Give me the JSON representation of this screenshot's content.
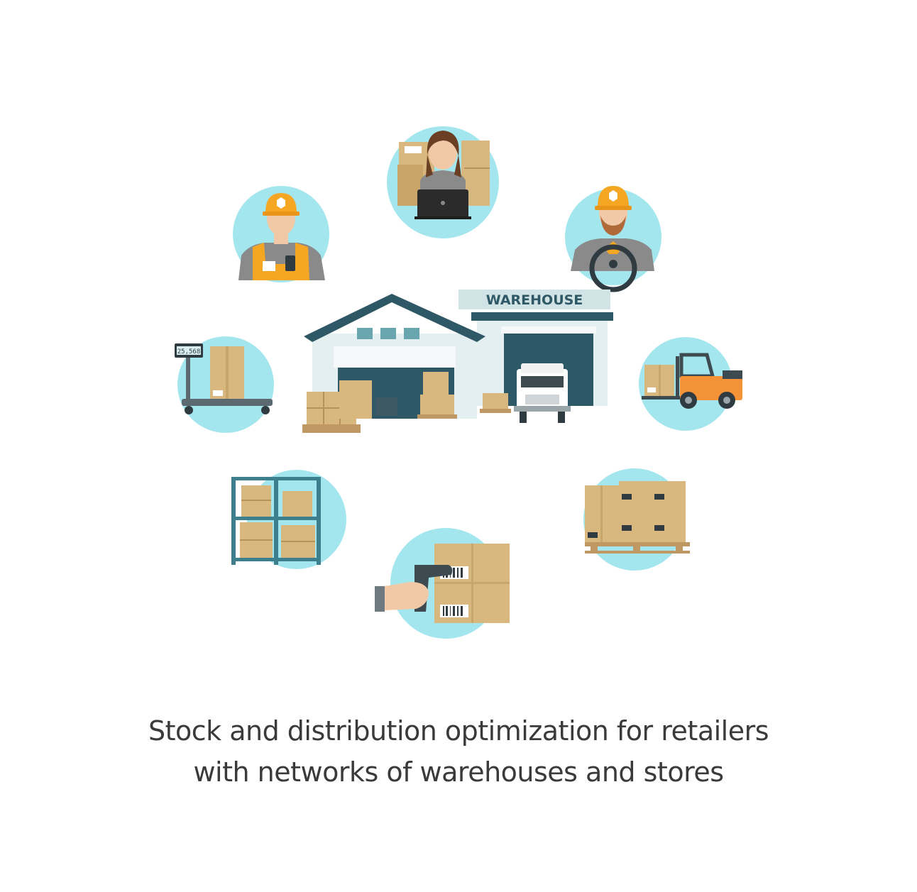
{
  "illustration": {
    "warehouse_sign": "WAREHOUSE",
    "scale_display": "25,568",
    "icons": [
      "call-center-operator-icon",
      "warehouse-worker-icon",
      "truck-driver-icon",
      "weighing-scale-icon",
      "forklift-icon",
      "storage-rack-icon",
      "pallet-boxes-icon",
      "barcode-scanner-icon"
    ],
    "colors": {
      "circle": "#a4e6ee",
      "box": "#d8b87e",
      "roof": "#2f5866",
      "helmet": "#f5a623",
      "forklift": "#f39237"
    }
  },
  "caption": {
    "line1": "Stock and distribution optimization for retailers",
    "line2": "with networks of warehouses and stores"
  }
}
